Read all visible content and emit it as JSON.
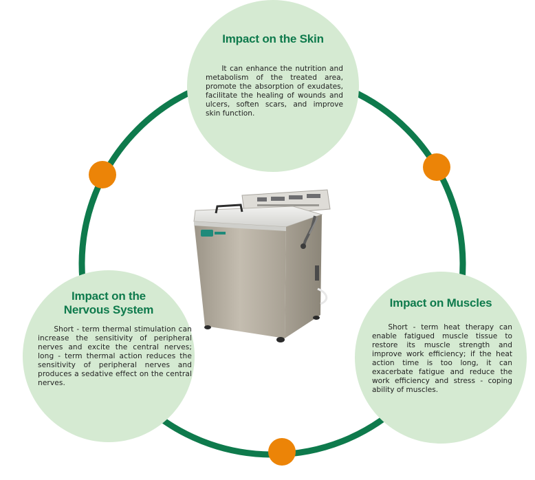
{
  "colors": {
    "ring": "#0e7a4c",
    "node": "#ec8407",
    "bubble": "#d5ead2",
    "heading": "#0e7a4c",
    "body_text": "#222222",
    "device_body": "#b9b3a6",
    "device_panel": "#d9d9d6"
  },
  "skin": {
    "title": "Impact on the Skin",
    "text": "It can enhance the nutrition and metabolism of the treated area, promote the absorption of exudates, facilitate the healing of wounds and ulcers, soften scars, and improve skin function."
  },
  "nervous": {
    "title_line1": "Impact on the",
    "title_line2": "Nervous System",
    "text": "Short - term thermal stimulation can increase the sensitivity of peripheral nerves and excite the central nerves; long - term thermal action reduces the sensitivity of peripheral nerves and produces a sedative effect on the central nerves."
  },
  "muscles": {
    "title": "Impact on Muscles",
    "text": "Short - term heat therapy can enable fatigued muscle tissue to restore its muscle strength and improve work efficiency; if the heat action time is too long, it can exacerbate fatigue and reduce the work efficiency and stress - coping ability of muscles."
  },
  "device": {
    "icon": "paraffin-wax-therapy-machine-icon"
  }
}
